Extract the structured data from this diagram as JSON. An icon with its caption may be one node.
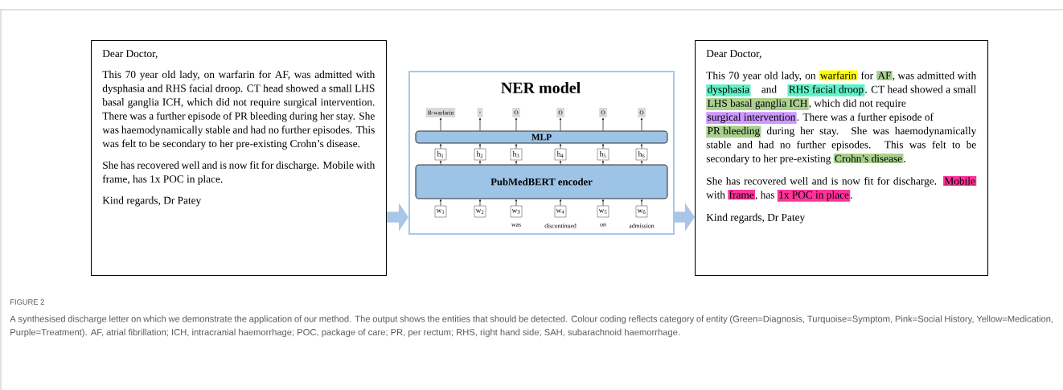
{
  "diagram": {
    "title": "FIGURE 2",
    "caption": "A synthesised discharge letter on which we demonstrate the application of our method. The output shows the entities that should be detected. Colour coding reflects category of entity (Green=Diagnosis, Turquoise=Symptom, Pink=Social History, Yellow=Medication, Purple=Treatment). AF, atrial fibrillation; ICH, intracranial haemorrhage; POC, package of care; PR, per rectum; RHS, right hand side; SAH, subarachnoid haemorrhage.",
    "nodes": [
      {
        "text": [
          "Dear Doctor,",
          "This 70 year old lady, on warfarin for AF, was admitted with dysphasia and RHS facial droop. CT head showed a small LHS basal ganglia ICH, which did not require surgical intervention. There was a further episode of PR bleeding during her stay. She was haemodynamically stable and had no further episodes. This was felt to be secondary to her pre-existing Crohn’s disease.",
          "She has recovered well and is now fit for discharge. Mobile with frame, has 1x POC in place.",
          "Kind regards, Dr Patey"
        ]
      },
      {
        "text": [
          "NER model"
        ]
      },
      {
        "text": [
          "B-warfarin"
        ],
        "in": 1
      },
      {
        "text": [
          "-"
        ],
        "in": 1
      },
      {
        "text": [
          "O"
        ],
        "in": 1
      },
      {
        "text": [
          "O"
        ],
        "in": 1
      },
      {
        "text": [
          "O"
        ],
        "in": 1
      },
      {
        "text": [
          "O"
        ],
        "in": 1
      },
      {
        "text": [
          "MLP"
        ],
        "in": 1
      },
      {
        "text": [
          "h$_{1}$"
        ],
        "in": 1
      },
      {
        "text": [
          "h$_{2}$"
        ],
        "in": 1
      },
      {
        "text": [
          "h$_{3}$"
        ],
        "in": 1
      },
      {
        "text": [
          "h$_{4}$"
        ],
        "in": 1
      },
      {
        "text": [
          "h$_{5}$"
        ],
        "in": 1
      },
      {
        "text": [
          "h$_{6}$"
        ],
        "in": 1
      },
      {
        "text": [
          "PubMedBERT encoder"
        ],
        "in": 1
      },
      {
        "text": [
          "w$_{1}$"
        ],
        "in": 1
      },
      {
        "text": [
          "w$_{2}$"
        ],
        "in": 1
      },
      {
        "text": [
          "w$_{3}$"
        ],
        "beside": [
          "was"
        ],
        "in": 1
      },
      {
        "text": [
          "w$_{4}$"
        ],
        "beside": [
          "discontinued"
        ],
        "in": 1
      },
      {
        "text": [
          "w$_{5}$"
        ],
        "beside": [
          "on"
        ],
        "in": 1
      },
      {
        "text": [
          "w$_{6}$"
        ],
        "beside": [
          "admission"
        ],
        "in": 1
      },
      {
        "text": [
          "Dear Doctor,",
          "This 70 year old lady, on",
          "for",
          ", was admitted with",
          "and",
          ". CT head showed a small",
          ", which did not require",
          ". There was a further episode of",
          "during her stay. She was haemodynamically stable and had no further episodes. This was felt to be secondary to her pre-existing",
          ".",
          "She has recovered well and is now fit for discharge.",
          "with",
          ", has",
          ".",
          "Kind regards, Dr Patey"
        ]
      },
      {
        "text": [
          "warfarin"
        ],
        "in": 22
      },
      {
        "text": [
          "AF"
        ],
        "in": 22
      },
      {
        "text": [
          "dysphasia"
        ],
        "in": 22
      },
      {
        "text": [
          "RHS facial droop"
        ],
        "in": 22
      },
      {
        "text": [
          "LHS basal ganglia ICH"
        ],
        "in": 22
      },
      {
        "text": [
          "surgical intervention"
        ],
        "in": 22
      },
      {
        "text": [
          "PR bleeding"
        ],
        "in": 22
      },
      {
        "text": [
          "Crohn’s disease"
        ],
        "in": 22
      },
      {
        "text": [
          "Mobile"
        ],
        "in": 22
      },
      {
        "text": [
          "frame"
        ],
        "in": 22
      },
      {
        "text": [
          "1x POC in place"
        ],
        "in": 22
      }
    ],
    "edges": [
      {
        "from": 0,
        "to": 1,
        "arrow": "to",
        "style": "thick",
        "color": "#a9c6e8"
      },
      {
        "from": 16,
        "to": 15,
        "arrow": "to"
      },
      {
        "from": 17,
        "to": 15,
        "arrow": "to"
      },
      {
        "from": 18,
        "to": 15,
        "arrow": "to"
      },
      {
        "from": 19,
        "to": 15,
        "arrow": "to"
      },
      {
        "from": 20,
        "to": 15,
        "arrow": "to"
      },
      {
        "from": 21,
        "to": 15,
        "arrow": "to"
      },
      {
        "from": 15,
        "to": 9,
        "arrow": "to"
      },
      {
        "from": 15,
        "to": 10,
        "arrow": "to"
      },
      {
        "from": 15,
        "to": 11,
        "arrow": "to"
      },
      {
        "from": 15,
        "to": 12,
        "arrow": "to"
      },
      {
        "from": 15,
        "to": 13,
        "arrow": "to"
      },
      {
        "from": 15,
        "to": 14,
        "arrow": "to"
      },
      {
        "from": 9,
        "to": 8,
        "arrow": "to"
      },
      {
        "from": 10,
        "to": 8,
        "arrow": "to"
      },
      {
        "from": 11,
        "to": 8,
        "arrow": "to"
      },
      {
        "from": 12,
        "to": 8,
        "arrow": "to"
      },
      {
        "from": 13,
        "to": 8,
        "arrow": "to"
      },
      {
        "from": 14,
        "to": 8,
        "arrow": "to"
      },
      {
        "from": 8,
        "to": 2,
        "arrow": "to"
      },
      {
        "from": 8,
        "to": 3,
        "arrow": "to"
      },
      {
        "from": 8,
        "to": 4,
        "arrow": "to"
      },
      {
        "from": 8,
        "to": 5,
        "arrow": "to"
      },
      {
        "from": 8,
        "to": 6,
        "arrow": "to"
      },
      {
        "from": 8,
        "to": 7,
        "arrow": "to"
      },
      {
        "from": 1,
        "to": 22,
        "arrow": "to",
        "style": "thick",
        "color": "#a9c6e8"
      }
    ]
  }
}
